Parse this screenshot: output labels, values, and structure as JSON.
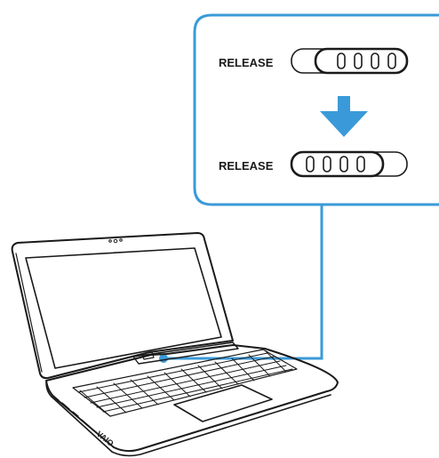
{
  "callout": {
    "before": {
      "label": "RELEASE",
      "state": "locked"
    },
    "after": {
      "label": "RELEASE",
      "state": "released"
    },
    "arrow_icon": "arrow-down-icon",
    "accent_color": "#3a9ad9"
  },
  "laptop": {
    "logo_text": "VAIO",
    "outline_color": "#1a1a1a"
  }
}
